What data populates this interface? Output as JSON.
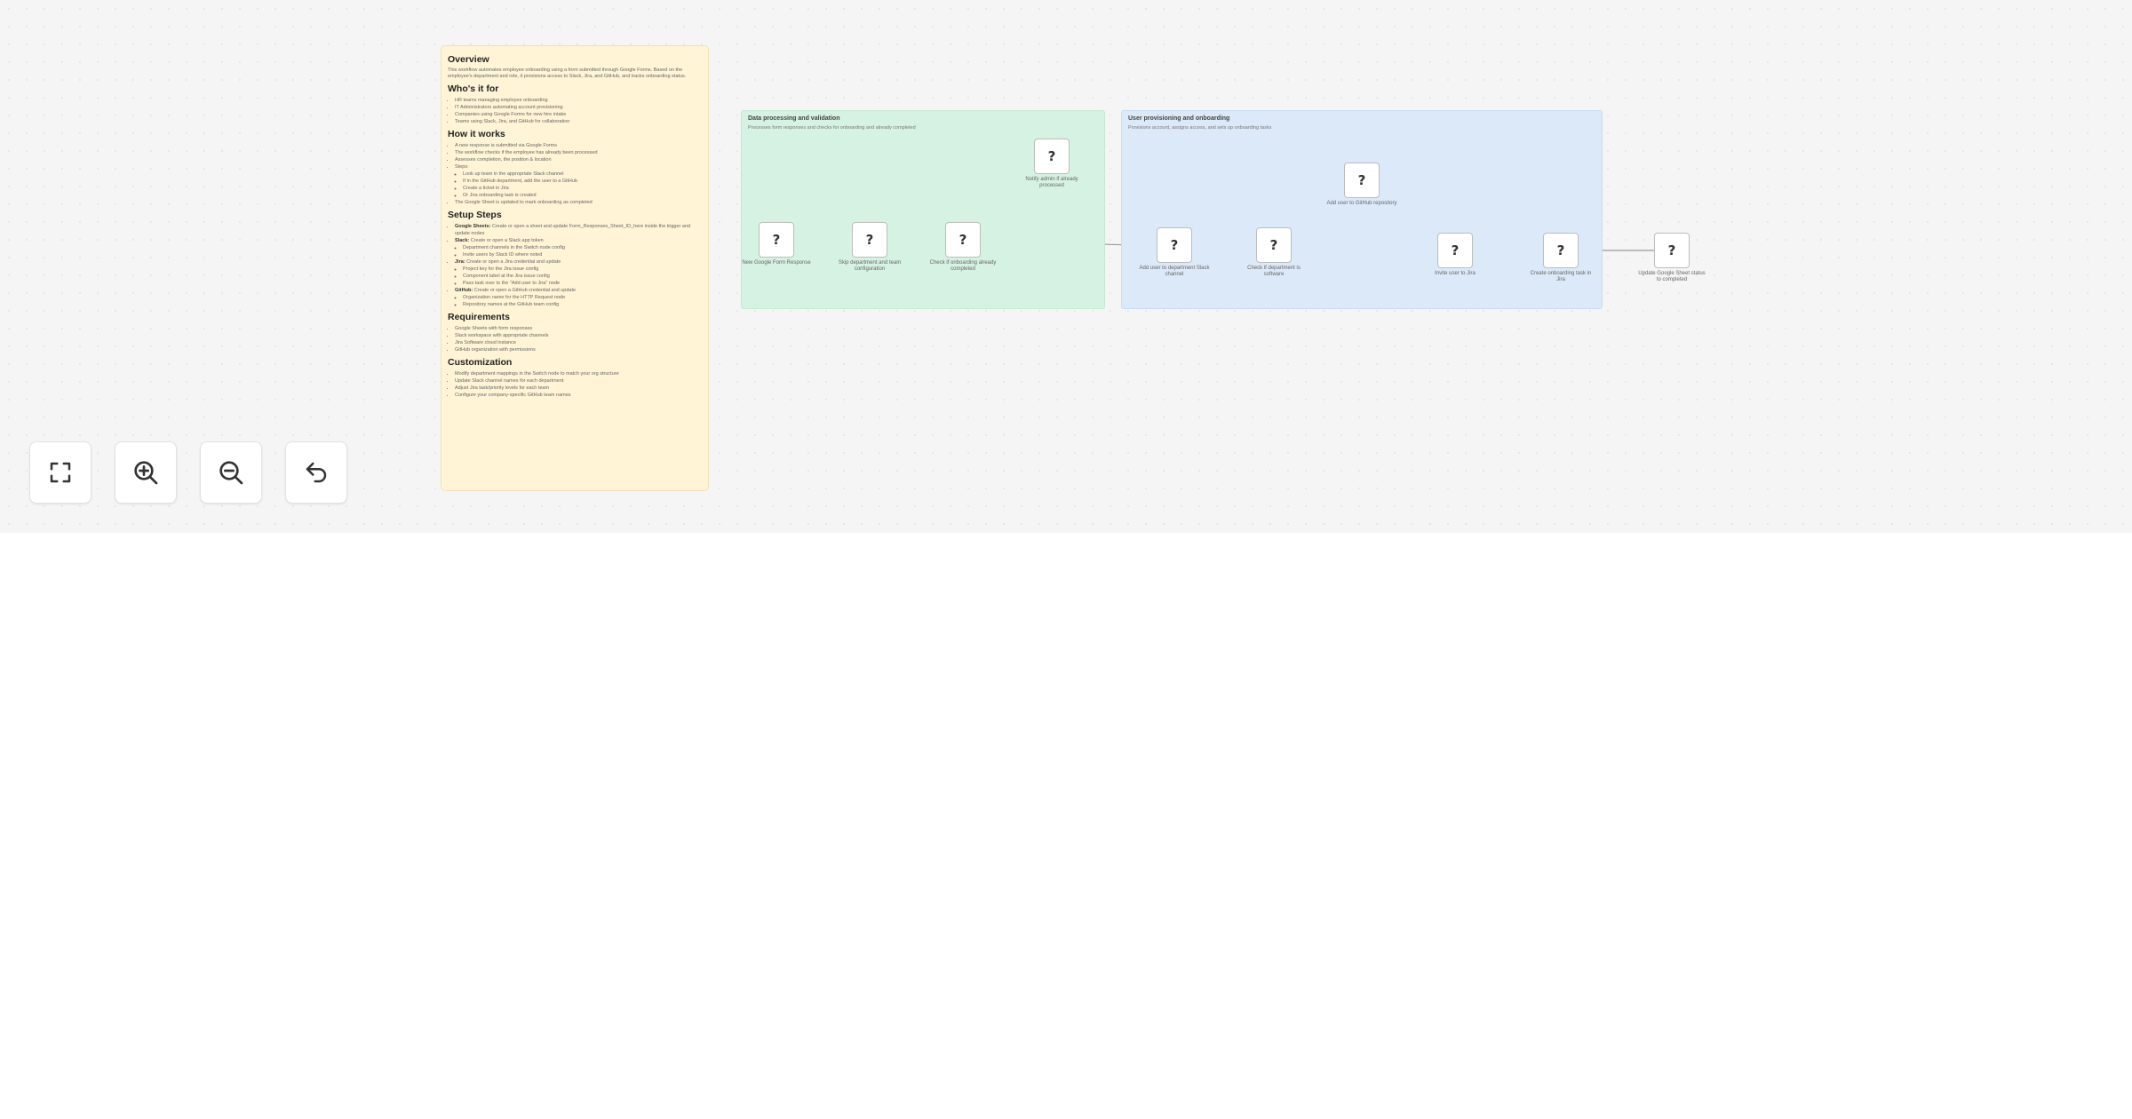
{
  "sticky": {
    "overview_title": "Overview",
    "overview_text": "This workflow automates employee onboarding using a form submitted through Google Forms. Based on the employee's department and role, it provisions access to Slack, Jira, and GitHub, and tracks onboarding status.",
    "whos_it_for_title": "Who's it for",
    "whos_it_for": [
      "HR teams managing employee onboarding",
      "IT Administrators automating account provisioning",
      "Companies using Google Forms for new hire intake",
      "Teams using Slack, Jira, and GitHub for collaboration"
    ],
    "how_title": "How it works",
    "how": [
      "A new response is submitted via Google Forms",
      "The workflow checks if the employee has already been processed",
      "Assesses completion, the position & location",
      "Steps:",
      "Look up team in the appropriate Slack channel",
      "If in the GitHub department, add the user to a GitHub",
      "Create a ticket in Jira",
      "Or Jira onboarding task is created",
      "The Google Sheet is updated to mark onboarding as completed"
    ],
    "setup_title": "Setup Steps",
    "setup_google_sheets_label": "Google Sheets:",
    "setup_google_sheets": "Create or open a sheet and update Form_Responses_Sheet_ID_here inside the trigger and update nodes",
    "setup_slack_label": "Slack:",
    "setup_slack": "Create or open a Slack app token",
    "setup_slack_sub": [
      "Department channels in the Switch node config",
      "Invite users by Slack ID where noted"
    ],
    "setup_jira_label": "Jira:",
    "setup_jira": "Create or open a Jira credential and update",
    "setup_jira_sub": [
      "Project key for the Jira issue config",
      "Component label at the Jira issue config",
      "Pass task over to the \"Add user to Jira\" node"
    ],
    "setup_github_label": "GitHub:",
    "setup_github": "Create or open a GitHub credential and update",
    "setup_github_sub": [
      "Organization name for the HTTP Request node",
      "Repository names at the GitHub team config"
    ],
    "req_title": "Requirements",
    "requirements": [
      "Google Sheets with form responses",
      "Slack workspace with appropriate channels",
      "Jira Software cloud instance",
      "GitHub organization with permissions"
    ],
    "custom_title": "Customization",
    "customization": [
      "Modify department mappings in the Switch node to match your org structure",
      "Update Slack channel names for each department",
      "Adjust Jira task/priority levels for each team",
      "Configure your company-specific GitHub team names"
    ]
  },
  "groups": {
    "green": {
      "title": "Data processing and validation",
      "description": "Processes form responses and checks for onboarding and already completed"
    },
    "blue": {
      "title": "User provisioning and onboarding",
      "description": "Provisions account, assigns access, and sets up onboarding tasks"
    }
  },
  "nodes": [
    {
      "id": "n1",
      "glyph": "?",
      "label": "New Google Form Response"
    },
    {
      "id": "n2",
      "glyph": "?",
      "label": "Skip department and team configuration"
    },
    {
      "id": "n3",
      "glyph": "?",
      "label": "Check if onboarding already completed"
    },
    {
      "id": "n4",
      "glyph": "?",
      "label": "Notify admin if already processed"
    },
    {
      "id": "n5",
      "glyph": "?",
      "label": "Add user to department Slack channel"
    },
    {
      "id": "n6",
      "glyph": "?",
      "label": "Check if department is software"
    },
    {
      "id": "n7",
      "glyph": "?",
      "label": "Add user to GitHub repository"
    },
    {
      "id": "n8",
      "glyph": "?",
      "label": "Invite user to Jira"
    },
    {
      "id": "n9",
      "glyph": "?",
      "label": "Create onboarding task in Jira"
    },
    {
      "id": "n10",
      "glyph": "?",
      "label": "Update Google Sheet status to completed"
    }
  ],
  "controls": {
    "fit": "fit-view",
    "zoom_in": "zoom-in",
    "zoom_out": "zoom-out",
    "undo": "undo"
  },
  "colors": {
    "canvas_bg": "#f5f5f5",
    "sticky_bg": "#fff4d6",
    "green_group": "#d6f2e2",
    "blue_group": "#dbe9f8",
    "edge": "#9a9a9a"
  }
}
